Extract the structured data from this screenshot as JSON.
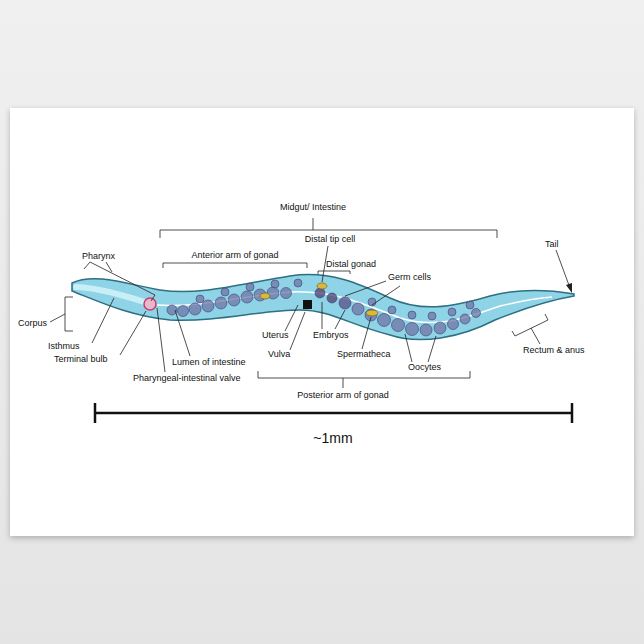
{
  "diagram": {
    "labels": [
      "Midgut/ Intestine",
      "Distal tip cell",
      "Tail",
      "Pharynx",
      "Anterior arm of gonad",
      "Distal gonad",
      "Germ cells",
      "Corpus",
      "Isthmus",
      "Terminal bulb",
      "Uterus",
      "Vulva",
      "Embryos",
      "Spermatheca",
      "Oocytes",
      "Lumen of intestine",
      "Pharyngeal-intestinal valve",
      "Rectum & anus",
      "Posterior arm of gonad",
      "~1mm"
    ]
  }
}
